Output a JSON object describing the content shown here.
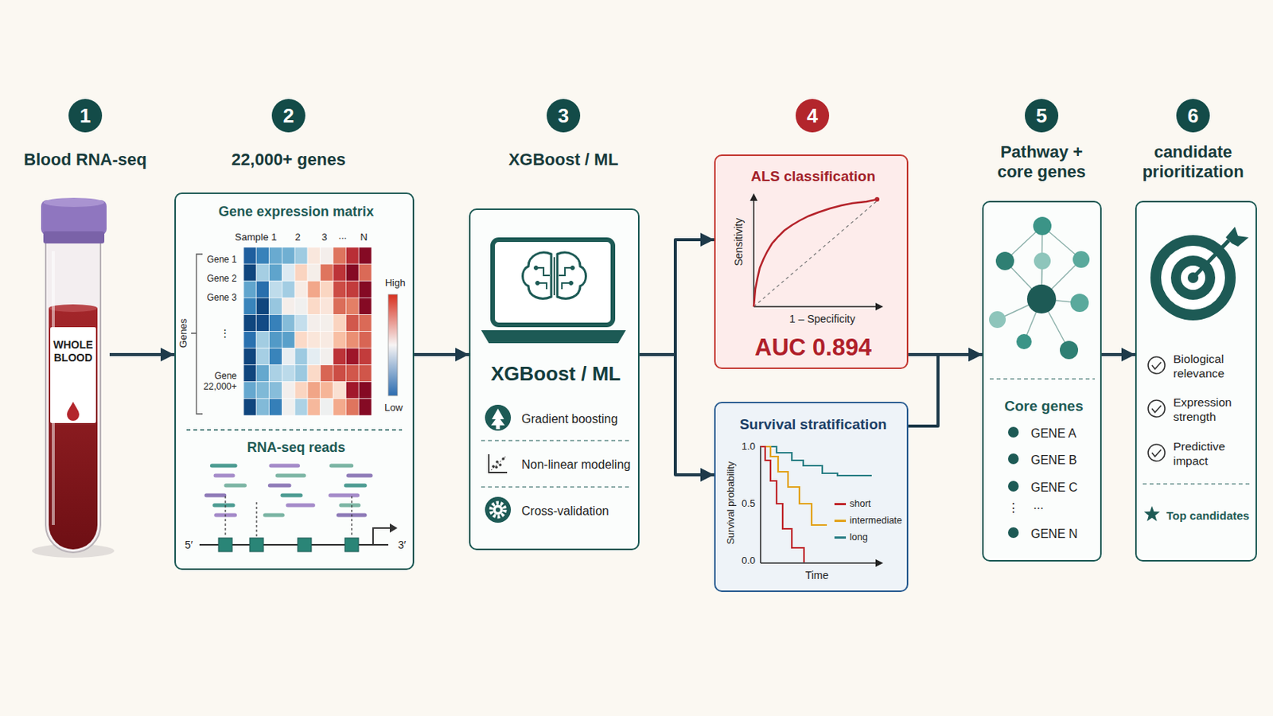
{
  "diagram": {
    "nodes": [
      {
        "text": [
          "1",
          "Blood RNA-seq"
        ]
      },
      {
        "text": [
          "WHOLE BLOOD"
        ]
      },
      {
        "text": [
          "2",
          "22,000+ genes"
        ]
      },
      {
        "text": [
          "Gene expression matrix",
          "RNA-seq reads"
        ]
      },
      {
        "text": [
          "3",
          "XGBoost / ML"
        ]
      },
      {
        "text": [
          "XGBoost / ML",
          "Gradient boosting",
          "Non-linear modeling",
          "Cross-validation"
        ]
      },
      {
        "text": [
          "4"
        ]
      },
      {
        "text": [
          "ALS classification",
          "AUC 0.894"
        ]
      },
      {
        "text": [
          "Survival stratification"
        ]
      },
      {
        "text": [
          "5",
          "Pathway + core genes"
        ]
      },
      {
        "text": [
          "Core genes",
          "GENE A",
          "GENE B",
          "GENE C",
          "GENE N"
        ]
      },
      {
        "text": [
          "6",
          "candidate prioritization"
        ]
      },
      {
        "text": [
          "Biological relevance",
          "Expression strength",
          "Predictive impact",
          "Top candidates"
        ]
      }
    ],
    "edges": [
      {
        "from": 1,
        "to": 3,
        "arrow": "to"
      },
      {
        "from": 3,
        "to": 5,
        "arrow": "to"
      },
      {
        "from": 5,
        "to": 7,
        "arrow": "to"
      },
      {
        "from": 5,
        "to": 8,
        "arrow": "to"
      },
      {
        "from": 7,
        "to": 10,
        "arrow": "to"
      },
      {
        "from": 8,
        "to": 10,
        "arrow": "to"
      },
      {
        "from": 10,
        "to": 12,
        "arrow": "to"
      }
    ],
    "labels": [
      "Sample 1",
      "2",
      "3",
      "...",
      "N",
      "Gene 1",
      "Gene 2",
      "Gene 3",
      "⋮",
      "Gene 22,000+",
      "Genes",
      "High",
      "Low",
      "5′",
      "3′",
      "Sensitivity",
      "1 – Specificity",
      "1.0",
      "0.5",
      "0.0",
      "Survival probability",
      "Time",
      "⋮",
      "..."
    ],
    "legend": [
      {
        "text": "short"
      },
      {
        "text": "intermediate"
      },
      {
        "text": "long"
      }
    ]
  }
}
